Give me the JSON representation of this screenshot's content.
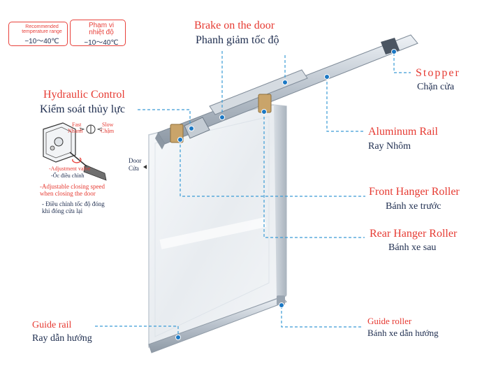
{
  "badges": {
    "en": {
      "caption": [
        "Recommended",
        "temperature range"
      ],
      "range": "−10～40℃"
    },
    "vi": {
      "caption": [
        "Phạm vi",
        "nhiệt độ"
      ],
      "range": "−10～40℃"
    }
  },
  "labels": {
    "brake": {
      "en": "Brake on the door",
      "vi": "Phanh giảm tốc độ"
    },
    "stopper": {
      "en": "Stopper",
      "vi": "Chặn cửa"
    },
    "hydraulic": {
      "en": "Hydraulic Control",
      "vi": "Kiểm soát thủy lực"
    },
    "aluminum_rail": {
      "en": "Aluminum Rail",
      "vi": "Ray Nhôm"
    },
    "front_roller": {
      "en": "Front Hanger Roller",
      "vi": "Bánh xe trước"
    },
    "rear_roller": {
      "en": "Rear Hanger Roller",
      "vi": "Bánh xe sau"
    },
    "guide_rail": {
      "en": "Guide rail",
      "vi": "Ray dẫn hướng"
    },
    "guide_roller": {
      "en": "Guide roller",
      "vi": "Bánh xe dẫn hướng"
    },
    "door": {
      "en": "Door",
      "vi": "Cửa"
    }
  },
  "inset": {
    "fast": {
      "en": "Fast",
      "vi": "Nhanh"
    },
    "slow": {
      "en": "Slow",
      "vi": "Chậm"
    },
    "valve": {
      "en": "-Adjustment valve",
      "vi": "-Ốc điều chỉnh"
    },
    "note_en": [
      "-Adjustable closing speed",
      "when closing the door"
    ],
    "note_vi": [
      "- Điều chỉnh tốc độ đóng",
      "khi đóng cửa lại"
    ]
  },
  "colors": {
    "english_label": "#e63a32",
    "vietnamese_label": "#1d2c4e",
    "leader_line": "#3a9bd5",
    "marker_dot": "#1b78c4",
    "rail": "#c9d0d8",
    "door_panel": "#eef1f4"
  }
}
